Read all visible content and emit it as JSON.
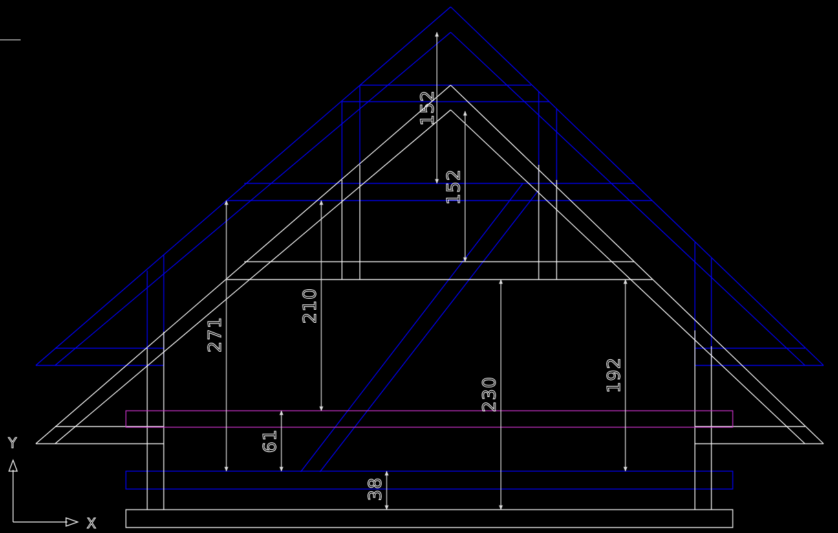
{
  "drawing": {
    "colors": {
      "background": "#000000",
      "structure": "#ffffff",
      "roof_layer": "#0000ff",
      "ceiling_beam": "#cc33cc",
      "dimension": "#dddddd"
    },
    "dimensions": {
      "d_top_152": "152",
      "d_inner_152": "152",
      "d_271": "271",
      "d_210": "210",
      "d_230": "230",
      "d_192": "192",
      "d_61": "61",
      "d_38": "38"
    },
    "ucs": {
      "x_label": "X",
      "y_label": "Y"
    }
  }
}
